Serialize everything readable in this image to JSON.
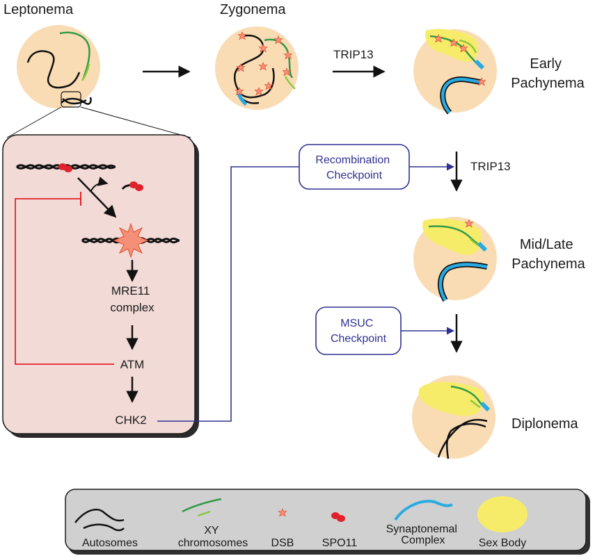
{
  "stages": {
    "leptonema": "Leptonema",
    "zygonema": "Zygonema",
    "early_pachynema": [
      "Early",
      "Pachynema"
    ],
    "mid_late_pachynema": [
      "Mid/Late",
      "Pachynema"
    ],
    "diplonema": "Diplonema"
  },
  "arrow_labels": {
    "trip13_top": "TRIP13",
    "trip13_right": "TRIP13"
  },
  "checkpoints": {
    "recombination": [
      "Recombination",
      "Checkpoint"
    ],
    "msuc": [
      "MSUC",
      "Checkpoint"
    ]
  },
  "pathway": {
    "mre11": [
      "MRE11",
      "complex"
    ],
    "atm": "ATM",
    "chk2": "CHK2"
  },
  "legend": {
    "autosomes": "Autosomes",
    "xy": [
      "XY",
      "chromosomes"
    ],
    "dsb": "DSB",
    "spo11": "SPO11",
    "synaptonemal": [
      "Synaptonemal",
      "Complex"
    ],
    "sex_body": "Sex Body"
  },
  "colors": {
    "nucleus_fill": "#f9dcb4",
    "inset_fill": "#f2dad6",
    "legend_fill": "#d0d0d0",
    "checkpoint_line": "#2e3192",
    "inhibition": "#e32028",
    "xy_green": "#2f9a46",
    "xy_light_green": "#8cc63f",
    "synaptonemal_blue": "#29abe2",
    "sex_body_yellow": "#f7ec6a",
    "spo11_red": "#e0202a",
    "dsb_salmon": "#f59078"
  }
}
